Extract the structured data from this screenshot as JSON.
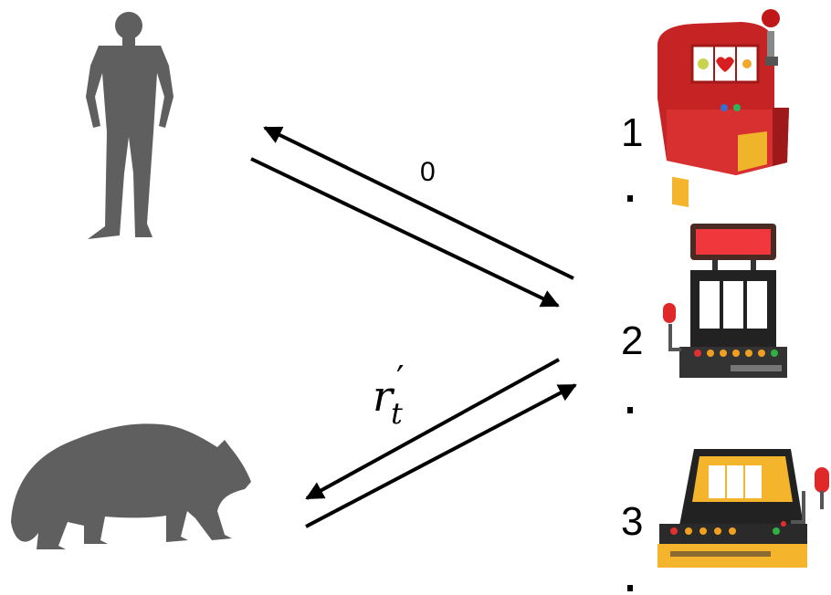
{
  "agents": {
    "human": {
      "icon": "person-silhouette-icon"
    },
    "bear": {
      "icon": "bear-silhouette-icon"
    }
  },
  "arrows": {
    "human_label": "0",
    "bear_label": {
      "base": "r",
      "prime": "′",
      "subscript": "t"
    }
  },
  "machines": [
    {
      "number": "1",
      "icon": "red-slot-machine-icon"
    },
    {
      "number": "2",
      "icon": "black-slot-machine-icon"
    },
    {
      "number": "3",
      "icon": "yellow-slot-machine-icon"
    }
  ],
  "colors": {
    "silhouette": "#5f5f5f",
    "arrow": "#000000",
    "machine_red": "#d42a2a",
    "machine_black": "#222222",
    "machine_yellow": "#f4b42c"
  }
}
